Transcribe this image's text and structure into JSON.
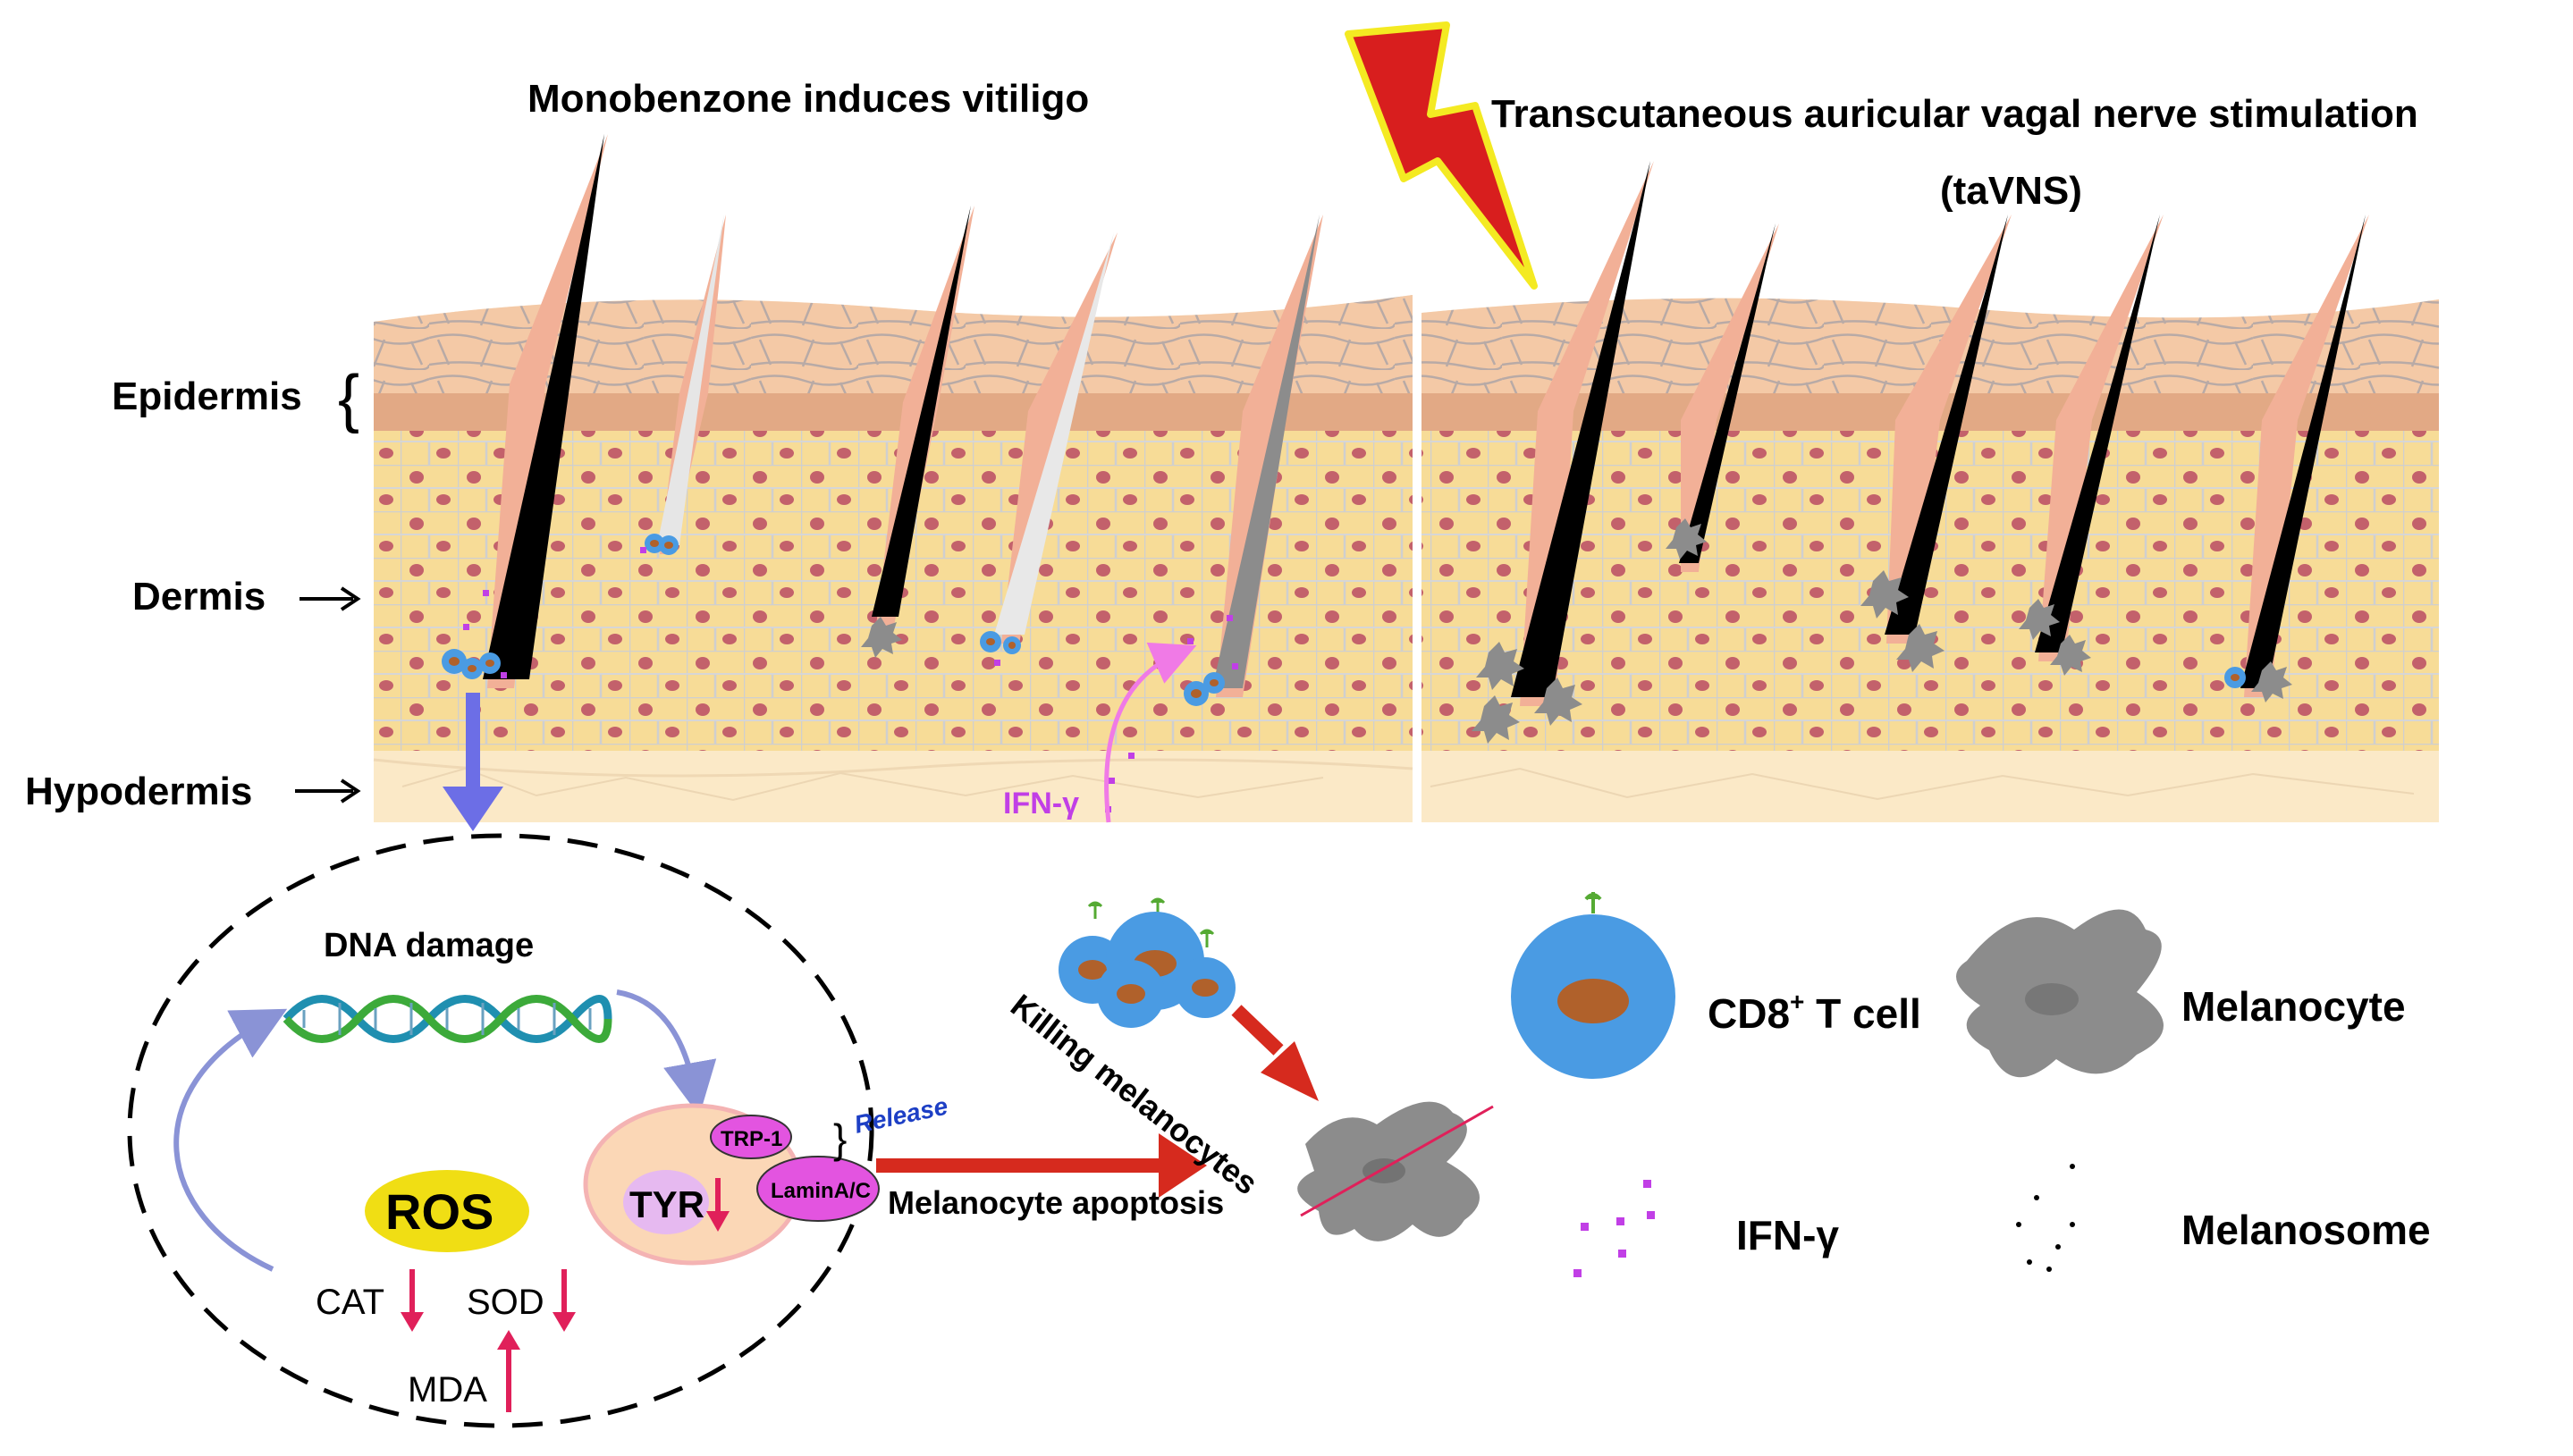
{
  "titles": {
    "left": "Monobenzone induces vitiligo",
    "right_line1": "Transcutaneous auricular vagal nerve stimulation",
    "right_line2": "(taVNS)"
  },
  "layers": {
    "epidermis": "Epidermis",
    "dermis": "Dermis",
    "hypodermis": "Hypodermis"
  },
  "mechanism": {
    "dna_damage": "DNA damage",
    "trp1": "TRP-1",
    "tyr": "TYR",
    "lamin": "LaminA/C",
    "release": "Release",
    "ros": "ROS",
    "cat": "CAT",
    "sod": "SOD",
    "mda": "MDA",
    "apoptosis": "Melanocyte apoptosis",
    "ifn": "IFN-γ",
    "killing": "Killing melanocytes"
  },
  "legend": {
    "cd8_main": "CD8",
    "cd8_sup": "+",
    "cd8_rest": " T cell",
    "melanocyte": "Melanocyte",
    "ifn": "IFN-γ",
    "melanosome": "Melanosome"
  },
  "colors": {
    "epidermis": "#f4c9a6",
    "dermis": "#f7dc97",
    "nucleus": "#c3616b",
    "hypodermis": "#fbe9c7",
    "tcell": "#4a9be3",
    "tcell_nucleus": "#b0612b",
    "melanocyte": "#8c8c8c",
    "ifn": "#c13fe6",
    "arrow_red": "#d62a1e",
    "arrow_down": "#e0205a",
    "ros": "#f0de14",
    "bolt": "#d81e1e"
  }
}
